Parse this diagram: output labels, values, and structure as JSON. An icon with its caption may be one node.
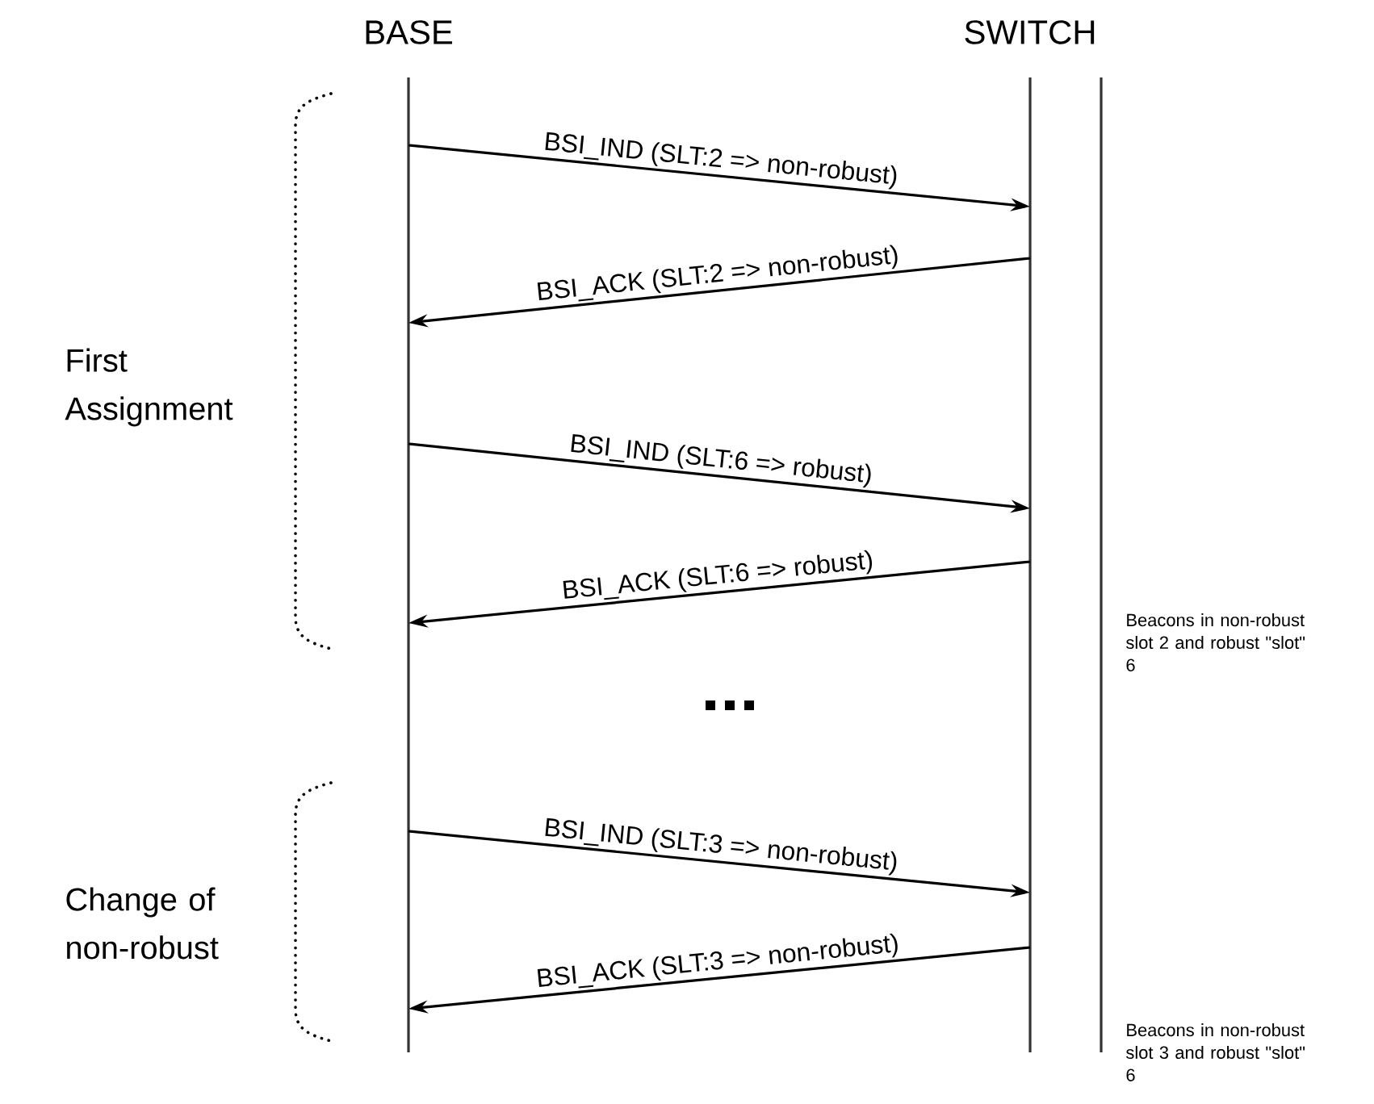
{
  "diagram": {
    "nodes": [
      {
        "text": [
          "BASE"
        ]
      },
      {
        "text": [
          "SWITCH"
        ]
      }
    ],
    "edges": [
      {
        "from": 0,
        "to": 1,
        "arrow": "to",
        "label": "BSI_IND (SLT:2 => non-robust)"
      },
      {
        "from": 1,
        "to": 0,
        "arrow": "to",
        "label": "BSI_ACK (SLT:2 => non-robust)"
      },
      {
        "from": 0,
        "to": 1,
        "arrow": "to",
        "label": "BSI_IND (SLT:6 => robust)"
      },
      {
        "from": 1,
        "to": 0,
        "arrow": "to",
        "label": "BSI_ACK (SLT:6 => robust)"
      },
      {
        "from": 0,
        "to": 1,
        "arrow": "to",
        "label": "BSI_IND (SLT:3 => non-robust)"
      },
      {
        "from": 1,
        "to": 0,
        "arrow": "to",
        "label": "BSI_ACK (SLT:3 => non-robust)"
      }
    ],
    "labels": [
      "First Assignment",
      "Beacons in non-robust slot 2 and robust \"slot\" 6",
      "Change of non-robust",
      "Beacons in non-robust slot 3 and robust \"slot\" 6"
    ]
  }
}
